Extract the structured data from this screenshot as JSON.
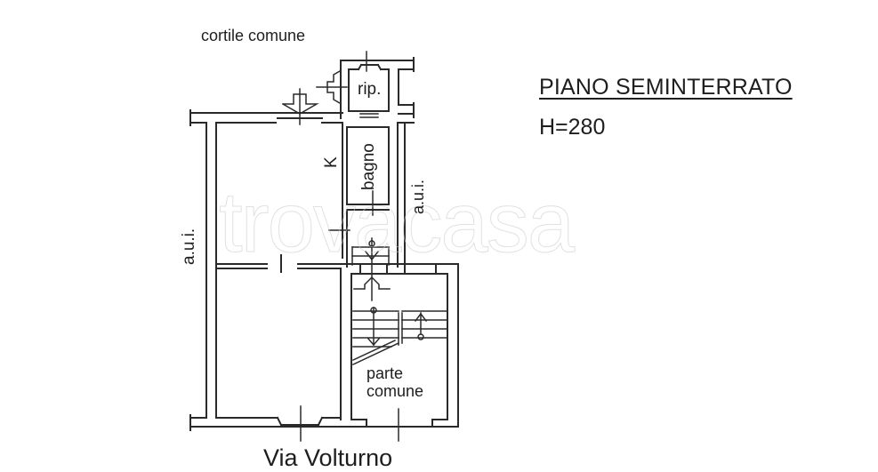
{
  "document": {
    "title": "PIANO SEMINTERRATO",
    "height_label": "H=280"
  },
  "plan": {
    "labels": {
      "courtyard": "cortile comune",
      "storage": "rip.",
      "bathroom": "bagno",
      "kitchen": "K",
      "adjacent_left": "a.u.i.",
      "adjacent_right": "a.u.i.",
      "common_area_line1": "parte",
      "common_area_line2": "comune",
      "street": "Via Volturno"
    },
    "rooms": [
      {
        "name": "kitchen-room",
        "label": "K"
      },
      {
        "name": "bathroom",
        "label": "bagno"
      },
      {
        "name": "storage-room",
        "label": "rip."
      },
      {
        "name": "front-room",
        "label": ""
      },
      {
        "name": "common-stair-area",
        "label": "parte comune"
      }
    ]
  },
  "watermark": {
    "text": "trovacasa"
  },
  "colors": {
    "line": "#2a2a2a",
    "background": "#ffffff",
    "watermark": "#c8c8c8"
  }
}
